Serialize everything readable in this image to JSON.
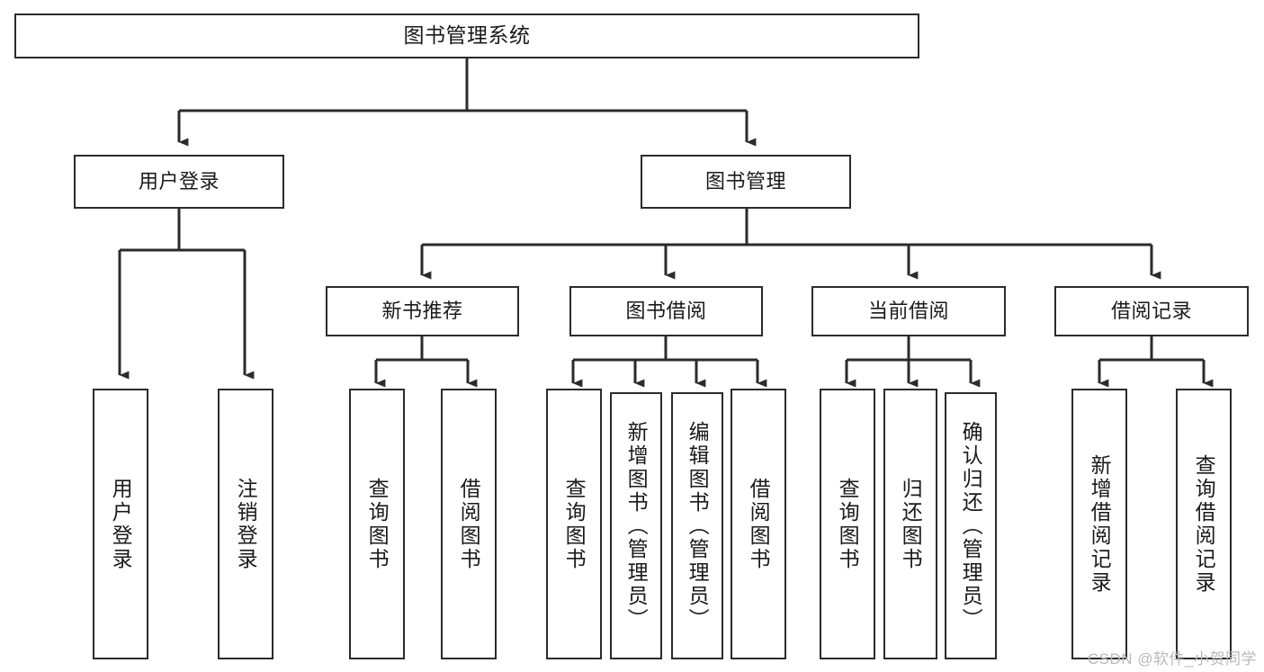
{
  "diagram": {
    "title": "图书管理系统",
    "type": "tree-hierarchy",
    "orientation": "top-down",
    "line_color": "#2b2b2b",
    "box_fill": "#ffffff",
    "text_color": "#1a1a1a",
    "levels": 4
  },
  "nodes": {
    "root": {
      "label": "图书管理系统"
    },
    "level2": [
      {
        "label": "用户登录"
      },
      {
        "label": "图书管理"
      }
    ],
    "level3": [
      {
        "label": "新书推荐"
      },
      {
        "label": "图书借阅"
      },
      {
        "label": "当前借阅"
      },
      {
        "label": "借阅记录"
      }
    ],
    "leaves": {
      "user_login": [
        {
          "label": "用户登录"
        },
        {
          "label": "注销登录"
        }
      ],
      "new_book_recommend": [
        {
          "label": "查询图书"
        },
        {
          "label": "借阅图书"
        }
      ],
      "book_borrow": [
        {
          "label": "查询图书"
        },
        {
          "label": "新增图书（管理员）"
        },
        {
          "label": "编辑图书（管理员）"
        },
        {
          "label": "借阅图书"
        }
      ],
      "current_borrow": [
        {
          "label": "查询图书"
        },
        {
          "label": "归还图书"
        },
        {
          "label": "确认归还（管理员）"
        }
      ],
      "borrow_record": [
        {
          "label": "新增借阅记录"
        },
        {
          "label": "查询借阅记录"
        }
      ]
    }
  },
  "watermark": {
    "text": "CSDN @软件_小贺同学"
  }
}
